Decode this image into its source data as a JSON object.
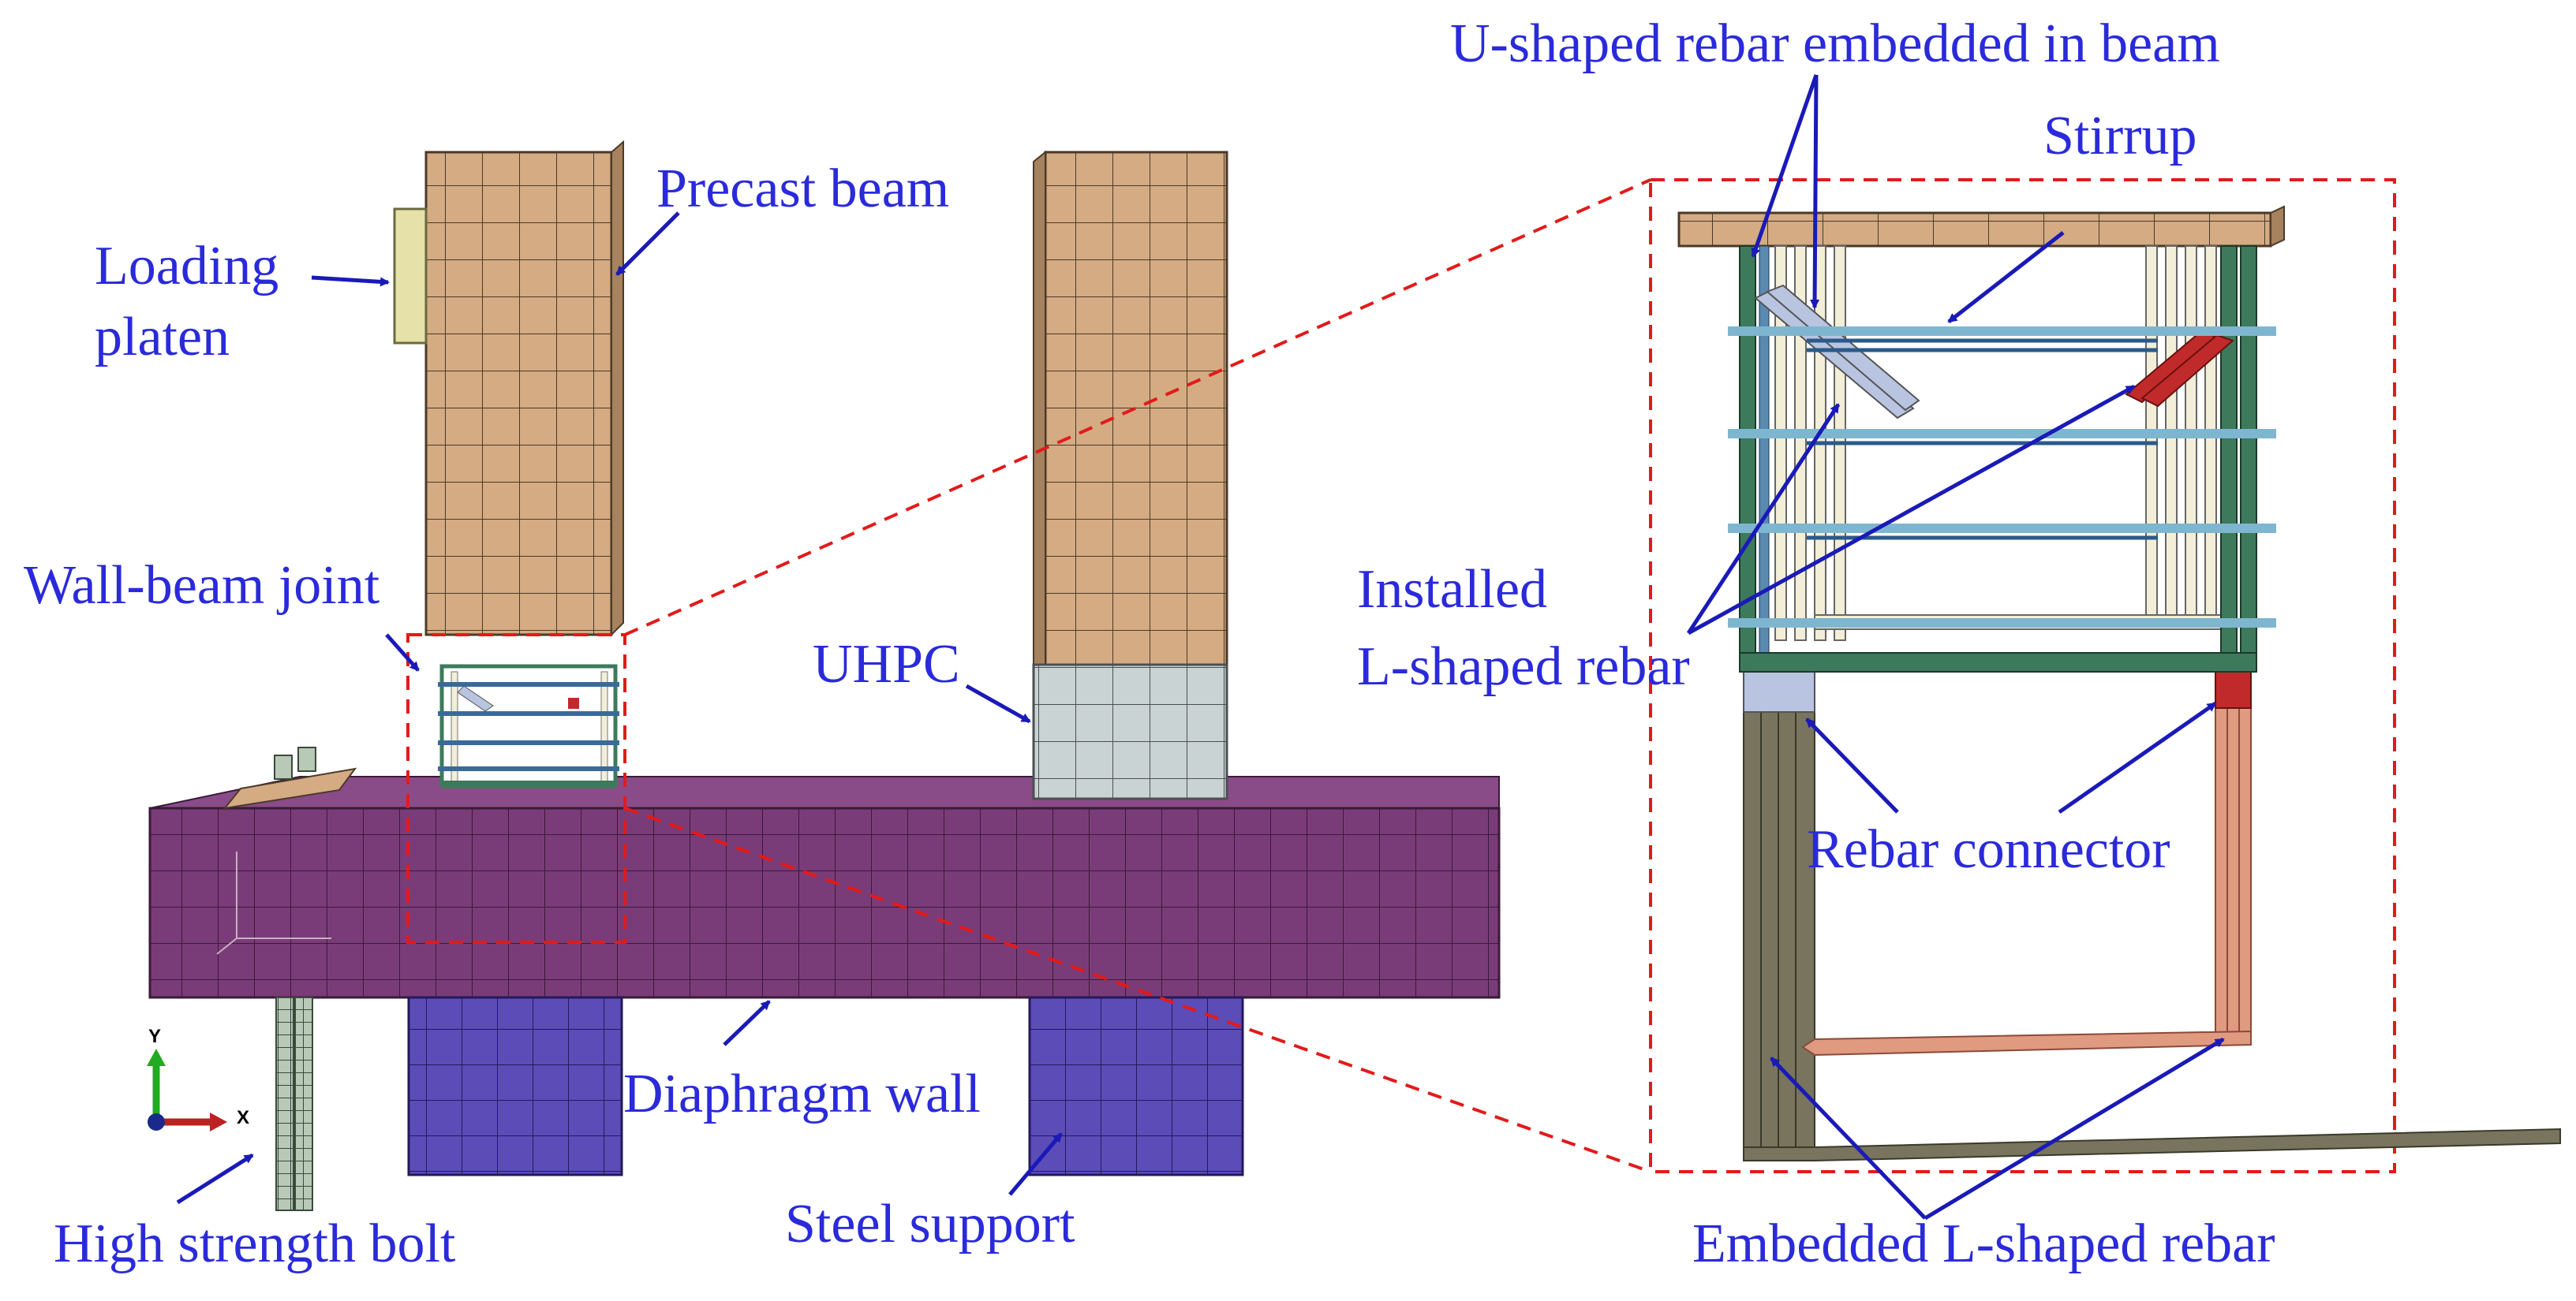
{
  "labels": {
    "loading_platen_1": "Loading",
    "loading_platen_2": "platen",
    "precast_beam": "Precast beam",
    "wall_beam_joint": "Wall-beam joint",
    "uhpc": "UHPC",
    "diaphragm_wall": "Diaphragm wall",
    "steel_support": "Steel support",
    "high_strength_bolt": "High strength bolt",
    "u_shaped_rebar": "U-shaped rebar embedded in beam",
    "stirrup": "Stirrup",
    "installed_l_1": "Installed",
    "installed_l_2": "L-shaped rebar",
    "rebar_connector": "Rebar connector",
    "embedded_l_rebar": "Embedded L-shaped rebar"
  },
  "axis_triad": {
    "y": "Y",
    "x": "X"
  },
  "colors": {
    "label_text": "#2a2adb",
    "arrow": "#1a1ab8",
    "precast_beam": "#d4ab82",
    "uhpc": "#c9d3d4",
    "diaphragm_wall": "#7a3c78",
    "steel_support": "#5b4cb8",
    "loading_platen": "#e6e1a8",
    "bolt": "#b8c9b8",
    "stirrup": "#7fb6cf",
    "u_rebar": "#3d7a5c",
    "installed_l_rebar": "#f2eed8",
    "embedded_l_rebar_left": "#78745e",
    "embedded_l_rebar_right": "#e09a80",
    "connector_left": "#b8c4e0",
    "connector_right": "#c02a2a",
    "callout_box": "#e31a1a"
  }
}
